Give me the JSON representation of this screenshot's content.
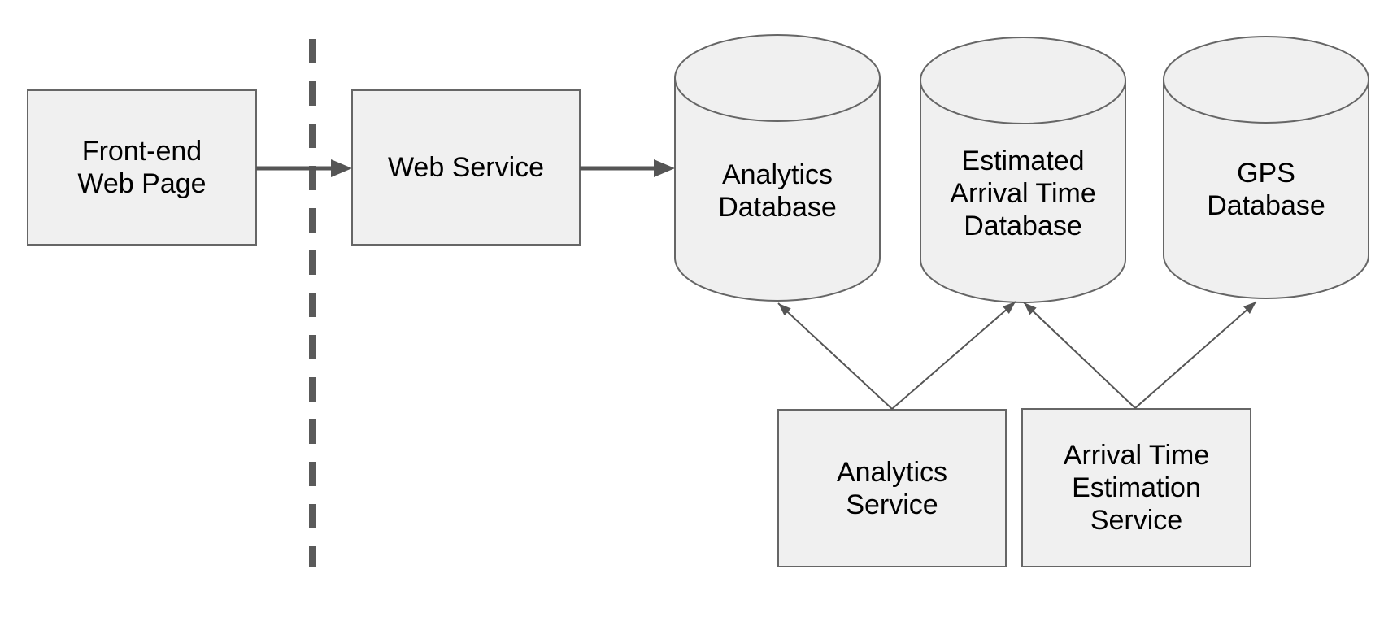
{
  "canvas": {
    "background": "#ffffff"
  },
  "style": {
    "canvas_bg": "#ffffff",
    "node_fill": "#f0f0f0",
    "node_border": "#666666",
    "arrow_color": "#555555",
    "divider_color": "#5a5a5a",
    "text_color": "#000000"
  },
  "nodes": {
    "frontend_web_page": {
      "shape": "box",
      "label": "Front-end\nWeb Page"
    },
    "web_service": {
      "shape": "box",
      "label": "Web Service"
    },
    "analytics_database": {
      "shape": "cylinder",
      "label": "Analytics\nDatabase"
    },
    "estimated_arrival_time_database": {
      "shape": "cylinder",
      "label": "Estimated\nArrival Time\nDatabase"
    },
    "gps_database": {
      "shape": "cylinder",
      "label": "GPS\nDatabase"
    },
    "analytics_service": {
      "shape": "box",
      "label": "Analytics\nService"
    },
    "arrival_time_estimation_service": {
      "shape": "box",
      "label": "Arrival Time\nEstimation\nService"
    }
  },
  "edges": [
    {
      "from": "frontend_web_page",
      "to": "web_service"
    },
    {
      "from": "web_service",
      "to": "analytics_database"
    },
    {
      "from": "analytics_service",
      "to": "analytics_database"
    },
    {
      "from": "analytics_service",
      "to": "estimated_arrival_time_database"
    },
    {
      "from": "arrival_time_estimation_service",
      "to": "estimated_arrival_time_database"
    },
    {
      "from": "arrival_time_estimation_service",
      "to": "gps_database"
    }
  ],
  "divider": {
    "style": "dashed",
    "orientation": "vertical"
  }
}
